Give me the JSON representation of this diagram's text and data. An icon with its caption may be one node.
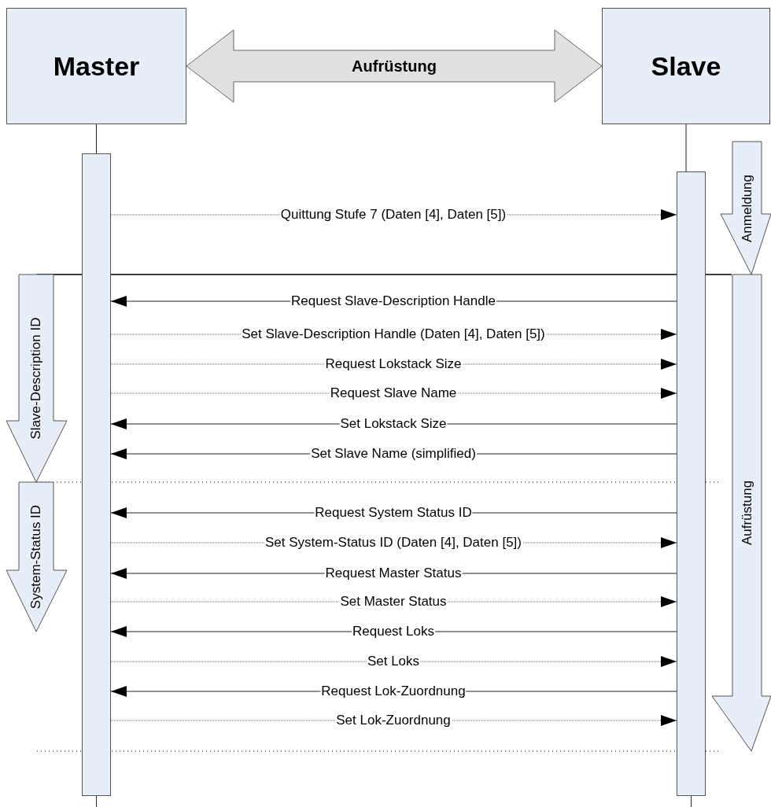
{
  "diagram": {
    "nodes": [
      {
        "text": [
          "Master"
        ]
      },
      {
        "text": [
          "Slave"
        ]
      },
      {
        "text": [],
        "shape": "bar"
      },
      {
        "text": [],
        "shape": "bar"
      },
      {
        "text": [
          "Anmeldung"
        ]
      },
      {
        "text": [
          "Slave-Description ID"
        ]
      },
      {
        "text": [
          "System-Status ID"
        ]
      },
      {
        "text": [
          "Aufrüstung"
        ]
      }
    ],
    "edges": [
      {
        "from": 0,
        "to": 1,
        "arrow": "both",
        "label": "Aufrüstung",
        "style": "thick"
      },
      {
        "from": 0,
        "to": 2,
        "arrow": "none"
      },
      {
        "from": 1,
        "to": 3,
        "arrow": "none"
      },
      {
        "from": 2,
        "to": 3,
        "arrow": "to",
        "label": "Quittung Stufe 7 (Daten [4], Daten [5])",
        "style": "dashed"
      },
      {
        "from": 3,
        "to": 2,
        "arrow": "to",
        "label": "Request Slave-Description Handle"
      },
      {
        "from": 2,
        "to": 3,
        "arrow": "to",
        "label": "Set Slave-Description Handle (Daten [4], Daten [5])",
        "style": "dashed"
      },
      {
        "from": 2,
        "to": 3,
        "arrow": "to",
        "label": "Request Lokstack Size",
        "style": "dashed"
      },
      {
        "from": 2,
        "to": 3,
        "arrow": "to",
        "label": "Request Slave Name",
        "style": "dashed"
      },
      {
        "from": 3,
        "to": 2,
        "arrow": "to",
        "label": "Set Lokstack Size"
      },
      {
        "from": 3,
        "to": 2,
        "arrow": "to",
        "label": "Set Slave Name (simplified)"
      },
      {
        "from": 3,
        "to": 2,
        "arrow": "to",
        "label": "Request System Status ID"
      },
      {
        "from": 2,
        "to": 3,
        "arrow": "to",
        "label": "Set System-Status ID (Daten [4], Daten [5])",
        "style": "dashed"
      },
      {
        "from": 3,
        "to": 2,
        "arrow": "to",
        "label": "Request Master Status"
      },
      {
        "from": 2,
        "to": 3,
        "arrow": "to",
        "label": "Set Master Status",
        "style": "dashed"
      },
      {
        "from": 3,
        "to": 2,
        "arrow": "to",
        "label": "Request Loks"
      },
      {
        "from": 2,
        "to": 3,
        "arrow": "to",
        "label": "Set Loks",
        "style": "dashed"
      },
      {
        "from": 3,
        "to": 2,
        "arrow": "to",
        "label": "Request Lok-Zuordnung"
      },
      {
        "from": 2,
        "to": 3,
        "arrow": "to",
        "label": "Set Lok-Zuordnung",
        "style": "dashed"
      }
    ]
  }
}
